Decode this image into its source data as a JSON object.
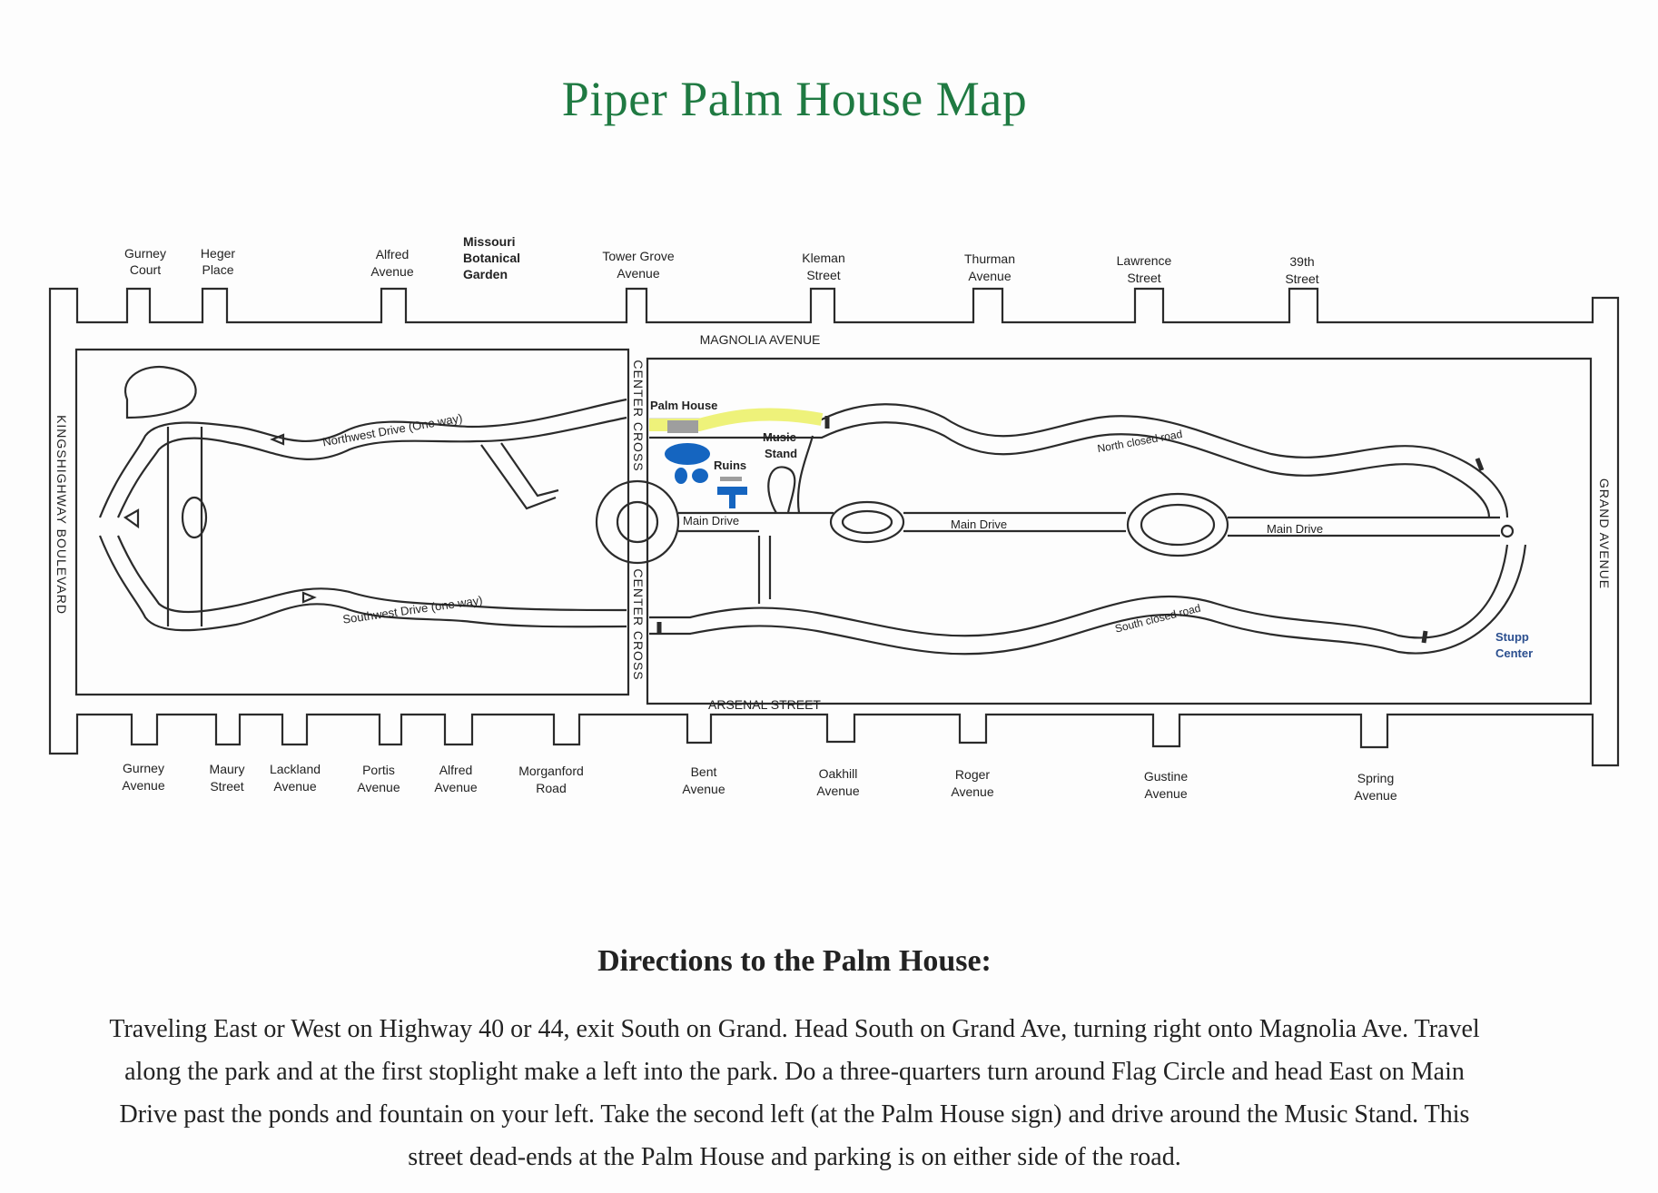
{
  "title": "Piper Palm House Map",
  "north_streets": [
    {
      "l1": "Gurney",
      "l2": "Court"
    },
    {
      "l1": "Heger",
      "l2": "Place"
    },
    {
      "l1": "Alfred",
      "l2": "Avenue"
    },
    {
      "l1": "Missouri",
      "l2": "Botanical",
      "l3": "Garden"
    },
    {
      "l1": "Tower Grove",
      "l2": "Avenue"
    },
    {
      "l1": "Kleman",
      "l2": "Street"
    },
    {
      "l1": "Thurman",
      "l2": "Avenue"
    },
    {
      "l1": "Lawrence",
      "l2": "Street"
    },
    {
      "l1": "39th",
      "l2": "Street"
    }
  ],
  "south_streets": [
    {
      "l1": "Gurney",
      "l2": "Avenue"
    },
    {
      "l1": "Maury",
      "l2": "Street"
    },
    {
      "l1": "Lackland",
      "l2": "Avenue"
    },
    {
      "l1": "Portis",
      "l2": "Avenue"
    },
    {
      "l1": "Alfred",
      "l2": "Avenue"
    },
    {
      "l1": "Morganford",
      "l2": "Road"
    },
    {
      "l1": "Bent",
      "l2": "Avenue"
    },
    {
      "l1": "Oakhill",
      "l2": "Avenue"
    },
    {
      "l1": "Roger",
      "l2": "Avenue"
    },
    {
      "l1": "Gustine",
      "l2": "Avenue"
    },
    {
      "l1": "Spring",
      "l2": "Avenue"
    }
  ],
  "boundaries": {
    "north": "MAGNOLIA AVENUE",
    "south": "ARSENAL STREET",
    "west": "KINGSHIGHWAY BOULEVARD",
    "east": "GRAND AVENUE"
  },
  "park_labels": {
    "center_cross": "CENTER CROSS",
    "northwest_drive": "Northwest Drive (One way)",
    "southwest_drive": "Southwest Drive (one way)",
    "north_closed_road": "North closed road",
    "south_closed_road": "South closed road",
    "main_drive": "Main Drive",
    "palm_house": "Palm House",
    "music": "Music",
    "stand": "Stand",
    "ruins": "Ruins",
    "stupp": "Stupp",
    "center": "Center"
  },
  "colors": {
    "title": "#1f7a42",
    "highlight": "#eef27a",
    "pond": "#1565c0",
    "building": "#9e9e9e",
    "stupp": "#2b4f8f"
  },
  "directions_heading": "Directions to the Palm House:",
  "directions_lines": [
    "Traveling East or West on Highway 40 or 44, exit South on Grand. Head South on Grand Ave, turning right onto Magnolia Ave. Travel",
    "along the park and at the first stoplight make a left into the park. Do a three-quarters turn around Flag Circle and head East on Main",
    "Drive past the ponds and fountain on your left. Take the second left (at the Palm House sign) and drive around the Music Stand. This",
    "street dead-ends at the Palm House and parking is on either side of the road."
  ]
}
